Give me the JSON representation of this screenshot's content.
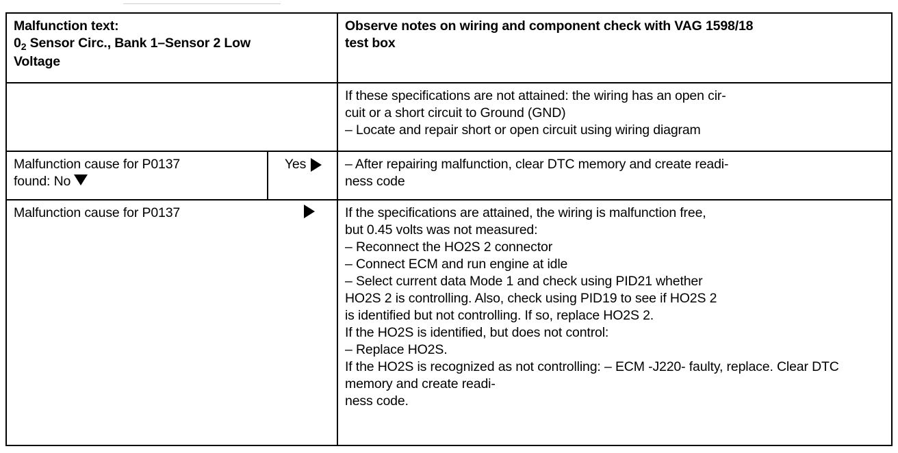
{
  "document": {
    "type": "diagnostic-procedure-table",
    "columns": [
      "condition",
      "branch",
      "action"
    ]
  },
  "rows": [
    {
      "id": "row-malfunction-text",
      "left": {
        "bold": true,
        "line1": "Malfunction text:",
        "line2_prefix": "0",
        "line2_sub": "2",
        "line2_rest": " Sensor Circ., Bank 1–Sensor 2 Low",
        "line3": "Voltage"
      },
      "branch": null,
      "right": {
        "bold": true,
        "text": "Observe notes on wiring and component check with VAG 1598/18\ntest box"
      }
    },
    {
      "id": "row-specs-not-attained",
      "left": {
        "bold": false,
        "text": ""
      },
      "branch": null,
      "right": {
        "bold": false,
        "text": "If these specifications are not attained: the wiring has an open cir-\ncuit or a short circuit to Ground (GND)\n–  Locate and repair short or open circuit using wiring diagram"
      }
    },
    {
      "id": "row-cause-found-no",
      "left": {
        "bold": false,
        "text": "Malfunction cause for P0137\nfound: No",
        "arrow": "arrow-down"
      },
      "branch": {
        "label": "Yes",
        "arrow": "arrow-right"
      },
      "right": {
        "bold": false,
        "text": "–  After repairing malfunction, clear DTC memory and create readi-\n    ness code"
      }
    },
    {
      "id": "row-cause-p0137",
      "left": {
        "bold": false,
        "text": "Malfunction cause for P0137",
        "arrow": "arrow-right"
      },
      "branch": null,
      "right": {
        "bold": false,
        "text": "If the specifications are attained, the wiring is malfunction free,\nbut 0.45 volts was not measured:\n–  Reconnect the HO2S 2 connector\n–  Connect ECM and run engine at idle\n–  Select current data Mode 1 and check using PID21 whether\n    HO2S 2 is controlling.  Also, check using PID19 to see if HO2S 2\n    is identified but not controlling.  If so, replace HO2S 2.\nIf the HO2S is identified, but does not control:\n–  Replace HO2S.\nIf the HO2S is recognized as not controlling:"
      },
      "right_bottom": {
        "bold": false,
        "text": "–  ECM -J220- faulty, replace.  Clear DTC memory and create readi-\n    ness code."
      }
    }
  ],
  "colors": {
    "ink": "#000000",
    "paper": "#ffffff"
  }
}
